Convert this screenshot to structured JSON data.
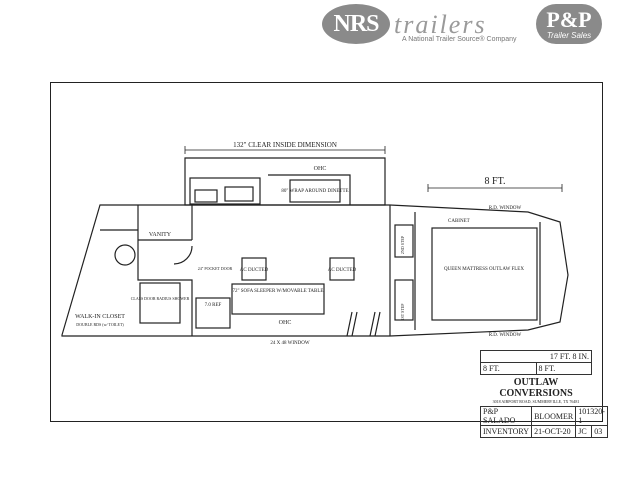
{
  "header": {
    "nrs_logo": "NRS",
    "trailers_word": "trailers",
    "tagline": "A National Trailer Source® Company",
    "pp_logo": "P&P",
    "pp_sub": "Trailer Sales"
  },
  "dimensions": {
    "clear_inside": "132\" CLEAR INSIDE DIMENSION",
    "width_label": "8 FT."
  },
  "rooms": {
    "ohc_top": "OHC",
    "ohc_bottom": "OHC",
    "dinette": "80\" WRAP AROUND DINETTE",
    "sofa": "72\" SOFA SLEEPER W/MOVABLE TABLE",
    "ac_left": "AC DUCTED",
    "ac_right": "AC DUCTED",
    "mattress": "QUEEN MATTRESS OUTLAW FLEX",
    "cabinet": "CABINET",
    "closet": "WALK-IN CLOSET",
    "closet_sub": "DOUBLE RDS (w/ TOILET)",
    "vanity": "VANITY",
    "shower": "CLASS DOOR RADIUS SHOWER",
    "ref": "7.0 REF",
    "pocket_door": "24\" POCKET DOOR",
    "window_bottom": "24 X 48 WINDOW",
    "window_nose_top": "R.D. WINDOW",
    "window_nose_bottom": "R.D. WINDOW",
    "first_step": "1ST STEP",
    "second_step": "2ND STEP"
  },
  "title_block": {
    "length_label": "17 FT. 8 IN.",
    "width_a": "8 FT.",
    "width_b": "8 FT.",
    "company": "OUTLAW CONVERSIONS",
    "address": "3018 AIRPORT ROAD, SUMMERVILLE, TX 76481",
    "dealer": "P&P SALADO",
    "stock_type": "INVENTORY",
    "model": "BLOOMER",
    "date": "21-OCT-20",
    "job": "101320-1",
    "by": "JC",
    "page": "03"
  }
}
